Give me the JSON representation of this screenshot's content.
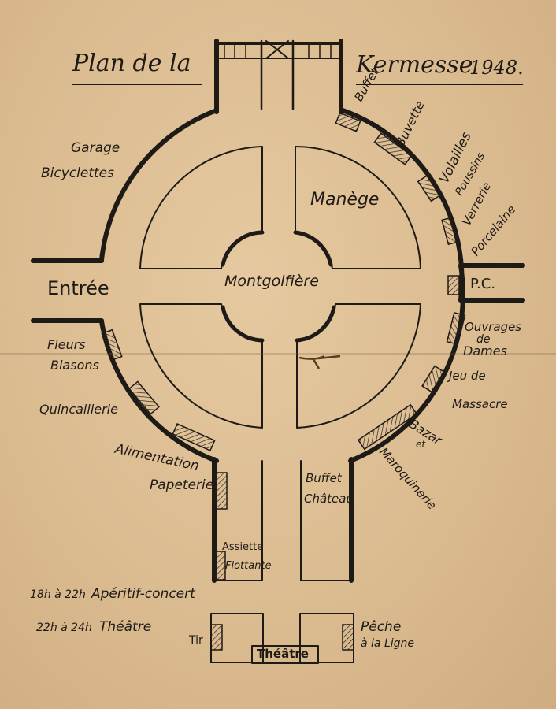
{
  "title": {
    "part1": "Plan de la",
    "part2": "Kermesse",
    "year": "1948."
  },
  "entrance": "Entrée",
  "center": "Montgolfière",
  "ride": "Manège",
  "control_post": "P.C.",
  "stands": {
    "buffet": "Buffet",
    "buvette": "Buvette",
    "volailles": "Volailles",
    "poussins": "Poussins",
    "verrerie": "Verrerie",
    "porcelaine": "Porcelaine",
    "ouvrages": "Ouvrages",
    "de": "de",
    "dames": "Dames",
    "jeu": "Jeu de",
    "massacre": "Massacre",
    "bazar": "Bazar",
    "et": "et",
    "maroquinerie": "Maroquinerie",
    "garage": "Garage",
    "bicyclettes": "Bicyclettes",
    "fleurs": "Fleurs",
    "blasons": "Blasons",
    "quincaillerie": "Quincaillerie",
    "alimentation": "Alimentation",
    "papeterie": "Papeterie",
    "assiette": "Assiette",
    "flottante": "Flottante",
    "buffet_chateau_1": "Buffet",
    "buffet_chateau_2": "Château",
    "tir": "Tir",
    "peche": "Pêche",
    "a_la_ligne": "à la Ligne",
    "theatre_stage": "Théâtre"
  },
  "schedule": [
    {
      "hours": "18h à 22h",
      "event": "Apéritif-concert"
    },
    {
      "hours": "22h à 24h",
      "event": "Théâtre"
    }
  ],
  "ink_color": "#1e1a16",
  "hatch_color": "#2a241e"
}
